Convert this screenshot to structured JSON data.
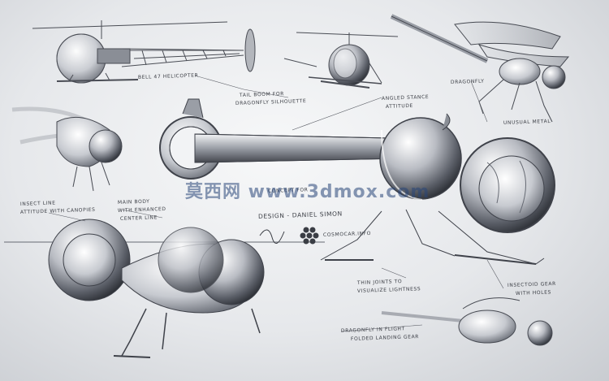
{
  "annotations": {
    "bell_47": "BELL 47 HELICOPTER",
    "tail_boom": "TAIL BOOM FOR",
    "tail_boom_2": "DRAGONFLY SILHOUETTE",
    "dragonfly_top": "DRAGONFLY",
    "angled_stance": "ANGLED STANCE",
    "angled_stance_2": "ATTITUDE",
    "unusual_metal": "UNUSUAL METAL",
    "insect_line": "INSECT LINE",
    "insect_line_2": "ATTITUDE WITH CANOPIES",
    "main_body": "MAIN BODY",
    "main_body_2": "WITH ENHANCED",
    "main_body_3": "CENTER LINE",
    "design_credit": "DESIGN - DANIEL SIMON",
    "signature_note": "COSMOCAR.INFO",
    "thin_joints": "THIN JOINTS TO",
    "thin_joints_2": "VISUALIZE LIGHTNESS",
    "insectoid_gear": "INSECTOID GEAR",
    "insectoid_gear_2": "WITH HOLES",
    "dragonfly_flight": "DRAGONFLY IN FLIGHT",
    "dragonfly_flight_2": "FOLDED LANDING GEAR",
    "concept_note": "CONCEPT FOR"
  },
  "watermark": "莫西网 www.3dmox.com",
  "colors": {
    "ink": "#3a3d44",
    "shade": "#6c7079",
    "highlight": "#ffffff",
    "watermark": "#284678"
  }
}
